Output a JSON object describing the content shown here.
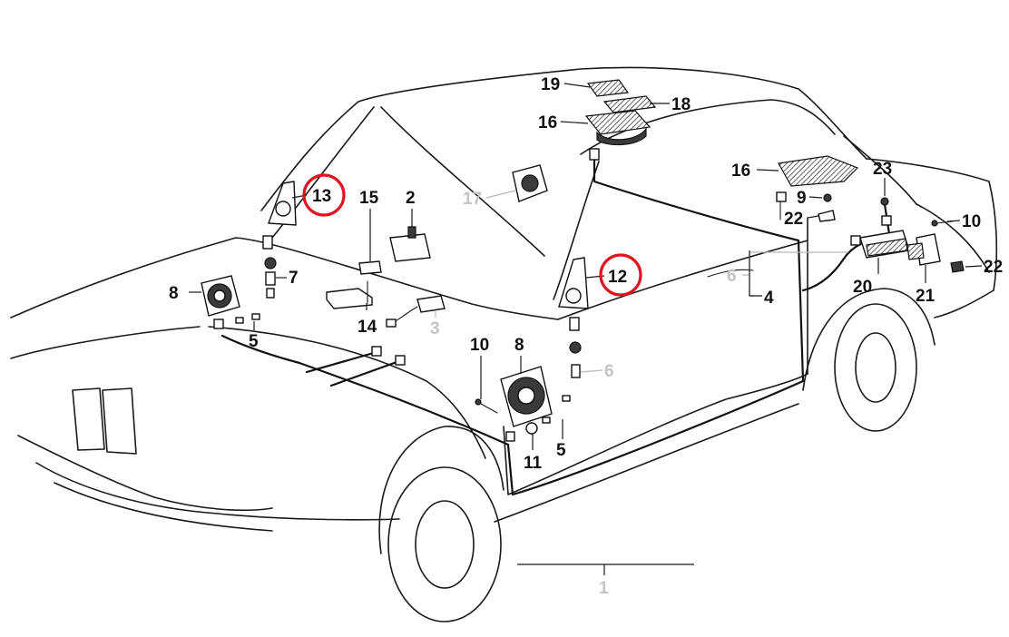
{
  "callouts": [
    {
      "id": "c19",
      "text": "19",
      "grey": false
    },
    {
      "id": "c18",
      "text": "18",
      "grey": false
    },
    {
      "id": "c16a",
      "text": "16",
      "grey": false
    },
    {
      "id": "c16b",
      "text": "16",
      "grey": false
    },
    {
      "id": "c17",
      "text": "17",
      "grey": true
    },
    {
      "id": "c23",
      "text": "23",
      "grey": false
    },
    {
      "id": "c9",
      "text": "9",
      "grey": false
    },
    {
      "id": "c22a",
      "text": "22",
      "grey": false
    },
    {
      "id": "c10a",
      "text": "10",
      "grey": false
    },
    {
      "id": "c22b",
      "text": "22",
      "grey": false
    },
    {
      "id": "c13",
      "text": "13",
      "grey": false
    },
    {
      "id": "c15",
      "text": "15",
      "grey": false
    },
    {
      "id": "c2",
      "text": "2",
      "grey": false
    },
    {
      "id": "c7",
      "text": "7",
      "grey": false
    },
    {
      "id": "c8a",
      "text": "8",
      "grey": false
    },
    {
      "id": "c14",
      "text": "14",
      "grey": false
    },
    {
      "id": "c3",
      "text": "3",
      "grey": true
    },
    {
      "id": "c5a",
      "text": "5",
      "grey": false
    },
    {
      "id": "c12",
      "text": "12",
      "grey": false
    },
    {
      "id": "c6a",
      "text": "6",
      "grey": true
    },
    {
      "id": "c4",
      "text": "4",
      "grey": false
    },
    {
      "id": "c20",
      "text": "20",
      "grey": false
    },
    {
      "id": "c21",
      "text": "21",
      "grey": false
    },
    {
      "id": "c10b",
      "text": "10",
      "grey": false
    },
    {
      "id": "c8b",
      "text": "8",
      "grey": false
    },
    {
      "id": "c6b",
      "text": "6",
      "grey": true
    },
    {
      "id": "c11",
      "text": "11",
      "grey": false
    },
    {
      "id": "c5b",
      "text": "5",
      "grey": false
    },
    {
      "id": "c1",
      "text": "1",
      "grey": true
    }
  ],
  "highlighted_callouts": [
    "13",
    "12"
  ],
  "colors": {
    "line": "#1a1a1a",
    "highlight_ring": "#e0141e",
    "grey_label": "#c4c4c4",
    "background": "#ffffff"
  }
}
